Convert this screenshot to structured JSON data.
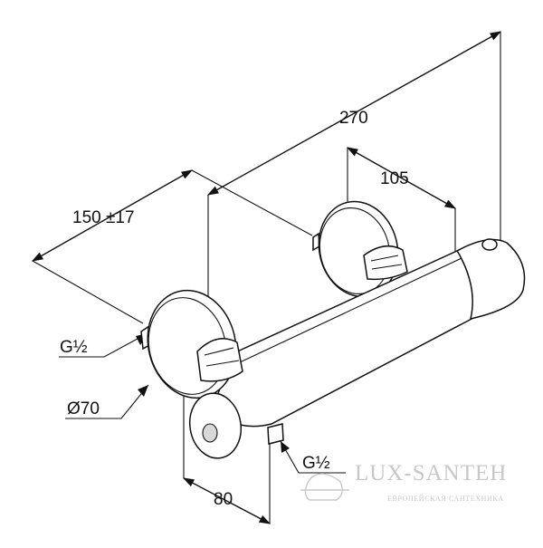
{
  "dimensions": {
    "overall_length": "270",
    "center_offset": "105",
    "wall_spacing": "150 ±17",
    "inlet_thread": "G½",
    "escutcheon_diameter": "Ø70",
    "outlet_thread": "G½",
    "projection": "80"
  },
  "watermark": {
    "brand": "LUX-SANTEH",
    "tagline": "ЕВРОПЕЙСКАЯ САНТЕХНИКА"
  },
  "colors": {
    "line": "#111111",
    "watermark": "#c8c8c8"
  }
}
